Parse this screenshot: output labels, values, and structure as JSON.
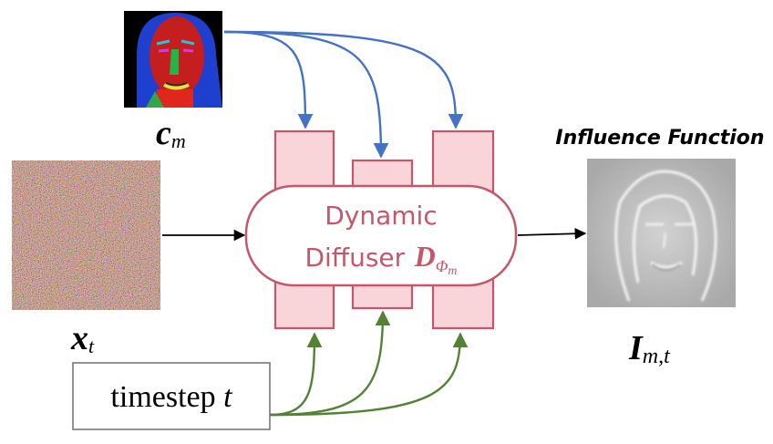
{
  "inputs": {
    "condition_symbol": "c",
    "condition_subscript": "m",
    "noisy_symbol": "x",
    "noisy_subscript": "t",
    "timestep_prefix": "timestep",
    "timestep_variable": "t"
  },
  "diffuser": {
    "line1": "Dynamic",
    "line2": "Diffuser",
    "symbol": "D",
    "symbol_subscript": "Φ",
    "symbol_subsubscript": "m"
  },
  "output": {
    "title": "Influence Function",
    "symbol": "I",
    "symbol_subscript": "m,t"
  },
  "colors": {
    "block_fill": "#f9d4d9",
    "block_stroke": "#c6576a",
    "blue_arrow": "#4472c4",
    "green_arrow": "#548235"
  }
}
